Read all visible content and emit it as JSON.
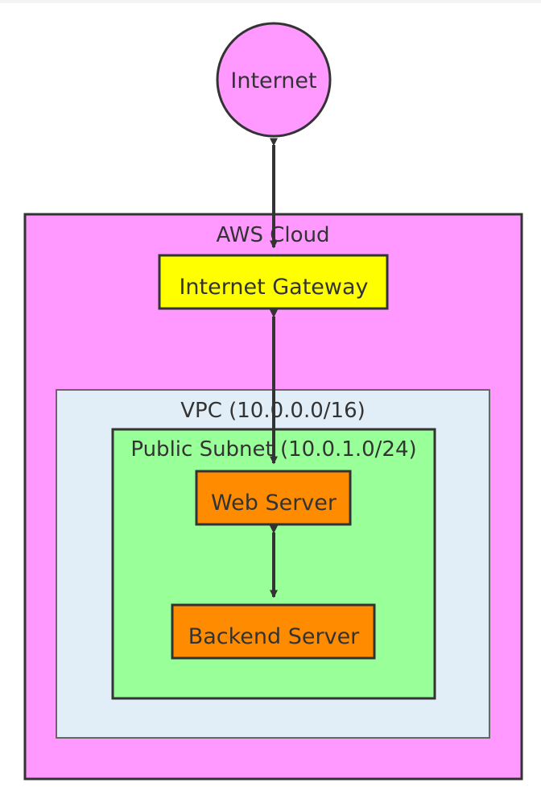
{
  "diagram": {
    "clusters": {
      "aws_cloud": {
        "label": "AWS Cloud",
        "fill": "#ff99ff",
        "stroke": "#333333"
      },
      "vpc": {
        "label": "VPC (10.0.0.0/16)",
        "fill": "#e1eef7",
        "stroke": "#666666"
      },
      "public_subnet": {
        "label": "Public Subnet (10.0.1.0/24)",
        "fill": "#99ff99",
        "stroke": "#333333"
      }
    },
    "nodes": {
      "internet": {
        "label": "Internet",
        "shape": "circle",
        "fill": "#ff99ff",
        "stroke": "#333333"
      },
      "internet_gateway": {
        "label": "Internet Gateway",
        "shape": "rect",
        "fill": "#ffff00",
        "stroke": "#333333"
      },
      "web_server": {
        "label": "Web Server",
        "shape": "rect",
        "fill": "#ff8c00",
        "stroke": "#333333"
      },
      "backend_server": {
        "label": "Backend Server",
        "shape": "rect",
        "fill": "#ff8c00",
        "stroke": "#333333"
      }
    },
    "edges": [
      {
        "from": "Internet",
        "to": "Internet Gateway",
        "direction": "both"
      },
      {
        "from": "Internet Gateway",
        "to": "Web Server",
        "direction": "both"
      },
      {
        "from": "Web Server",
        "to": "Backend Server",
        "direction": "both"
      }
    ],
    "edge_color": "#333333"
  }
}
